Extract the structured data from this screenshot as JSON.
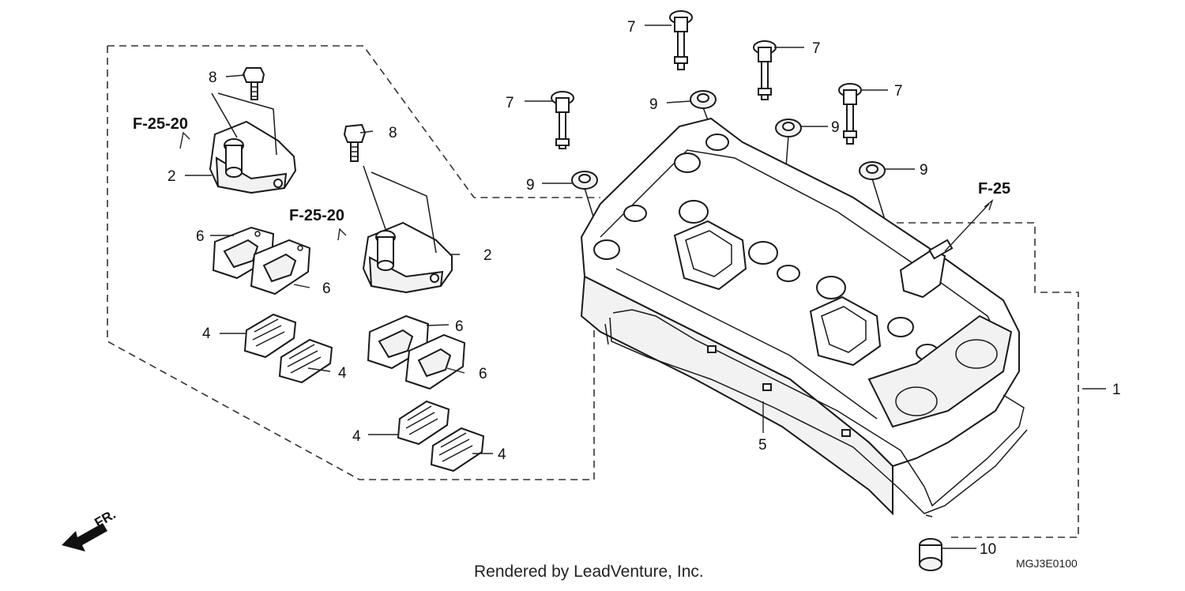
{
  "diagram": {
    "credit": "Rendered by LeadVenture, Inc.",
    "code": "MGJ3E0100",
    "front_marker": "FR.",
    "refs": {
      "f25": "F-25",
      "f2520": "F-25-20"
    },
    "callouts": {
      "c1": "1",
      "c2": "2",
      "c4": "4",
      "c5": "5",
      "c6": "6",
      "c7": "7",
      "c8": "8",
      "c9": "9",
      "c10": "10"
    }
  }
}
